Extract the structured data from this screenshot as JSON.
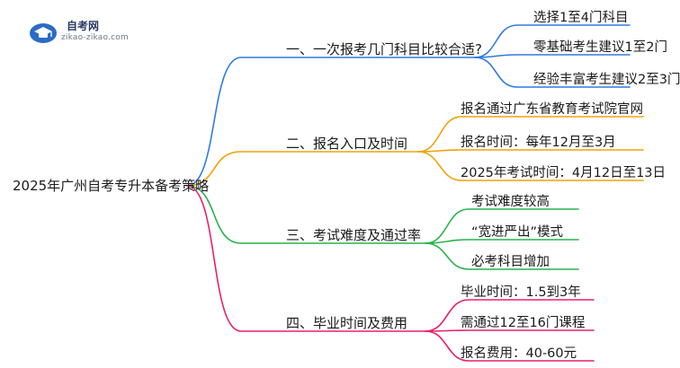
{
  "brand": {
    "name": "自考网",
    "domain": "zikao-zikao.com",
    "color": "#2b6cc4"
  },
  "root": "2025年广州自考专升本备考策略",
  "branches": [
    {
      "label": "一、一次报考几门科目比较合适?",
      "color": "#2f7be0",
      "children": [
        "选择1至4门科目",
        "零基础考生建议1至2门",
        "经验丰富考生建议2至3门"
      ]
    },
    {
      "label": "二、报名入口及时间",
      "color": "#f0a30a",
      "children": [
        "报名通过广东省教育考试院官网",
        "报名时间：每年12月至3月",
        "2025年考试时间：4月12日至13日"
      ]
    },
    {
      "label": "三、考试难度及通过率",
      "color": "#27b34a",
      "children": [
        "考试难度较高",
        "“宽进严出”模式",
        "必考科目增加"
      ]
    },
    {
      "label": "四、毕业时间及费用",
      "color": "#e8206c",
      "children": [
        "毕业时间：1.5到3年",
        "需通过12至16门课程",
        "报名费用：40-60元"
      ]
    }
  ]
}
